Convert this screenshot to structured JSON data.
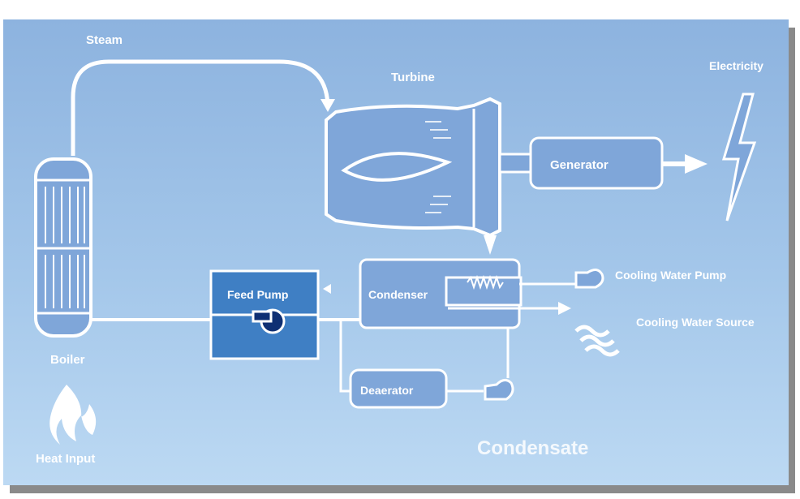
{
  "labels": {
    "steam": "Steam",
    "turbine": "Turbine",
    "electricity": "Electricity",
    "generator": "Generator",
    "boiler": "Boiler",
    "heat_input": "Heat Input",
    "feed_pump": "Feed Pump",
    "condenser": "Condenser",
    "cooling_water_pump": "Cooling Water Pump",
    "cooling_water_source": "Cooling Water Source",
    "deaerator": "Deaerator",
    "condensate": "Condensate"
  },
  "colors": {
    "background": "#a4c7ea",
    "component_fill": "#7fa6d9",
    "feed_pump_fill": "#3f7fc4",
    "line": "#ffffff",
    "pump_dark": "#0e2f73"
  },
  "icons": [
    "flame-icon",
    "lightning-icon",
    "pump-icon",
    "water-waves-icon"
  ]
}
